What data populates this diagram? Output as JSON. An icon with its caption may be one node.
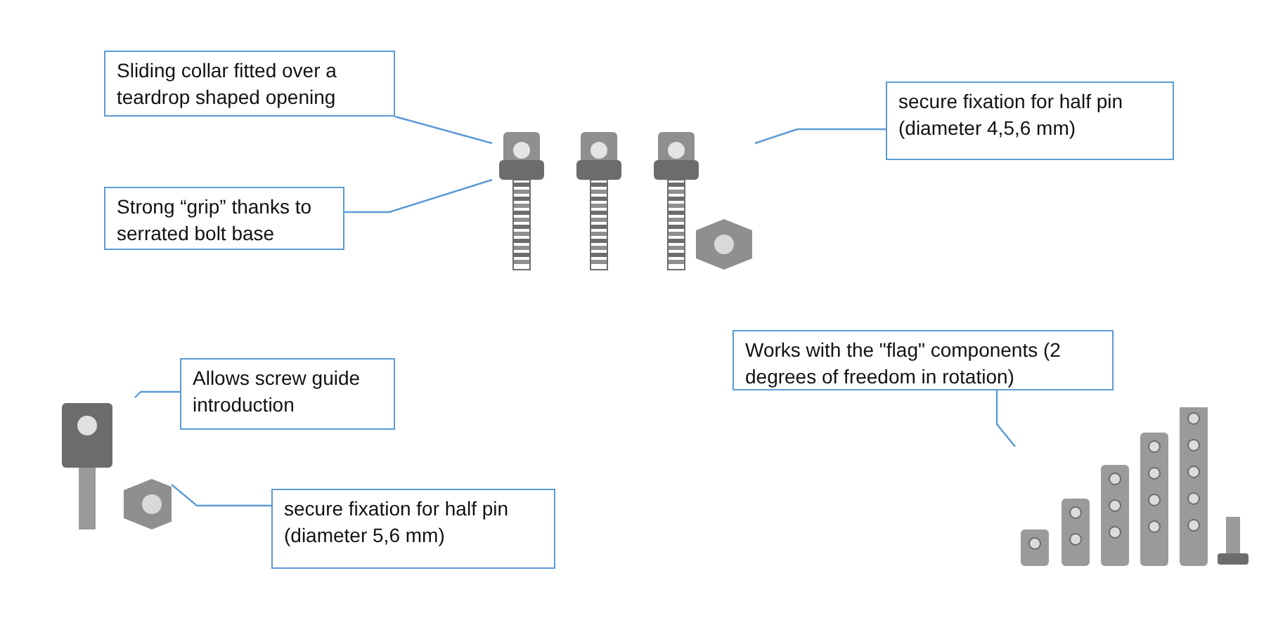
{
  "diagram": {
    "nodes": [
      {
        "text": [
          "Sliding collar fitted over a teardrop shaped opening"
        ]
      },
      {
        "text": [
          "secure fixation for half pin (diameter 4,5,6 mm)"
        ]
      },
      {
        "text": [
          "Strong “grip” thanks to serrated bolt base"
        ]
      },
      {
        "text": [
          "Works with the \"flag\" components (2 degrees of freedom in rotation)"
        ]
      },
      {
        "text": [
          "Allows screw guide introduction"
        ]
      },
      {
        "text": [
          "secure fixation for half pin (diameter 5,6 mm)"
        ]
      },
      {
        "text": [],
        "shape": "picture"
      },
      {
        "text": [],
        "shape": "picture"
      },
      {
        "text": [],
        "shape": "picture"
      }
    ],
    "edges": [
      {
        "from": 0,
        "to": 6,
        "arrow": "none"
      },
      {
        "from": 1,
        "to": 6,
        "arrow": "none"
      },
      {
        "from": 2,
        "to": 6,
        "arrow": "none"
      },
      {
        "from": 3,
        "to": 8,
        "arrow": "none"
      },
      {
        "from": 4,
        "to": 7,
        "arrow": "none"
      },
      {
        "from": 5,
        "to": 7,
        "arrow": "none"
      }
    ]
  }
}
